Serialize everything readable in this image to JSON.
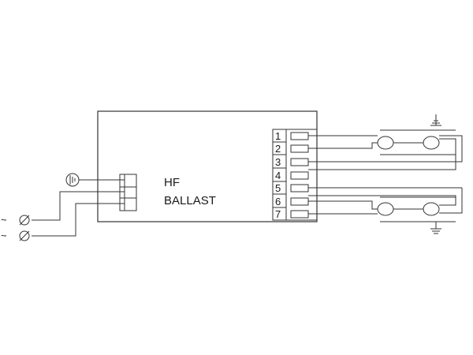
{
  "ballast": {
    "line1": "HF",
    "line2": "BALLAST"
  },
  "terminals": [
    "1",
    "2",
    "3",
    "4",
    "5",
    "6",
    "7"
  ],
  "supply": {
    "tilde1": "~",
    "tilde2": "~"
  },
  "colors": {
    "line": "#333333",
    "background": "#ffffff"
  },
  "icons": [
    "earth-ground-symbol",
    "supply-terminal-symbol",
    "lamp-tube-symbol",
    "ground-symbol"
  ]
}
